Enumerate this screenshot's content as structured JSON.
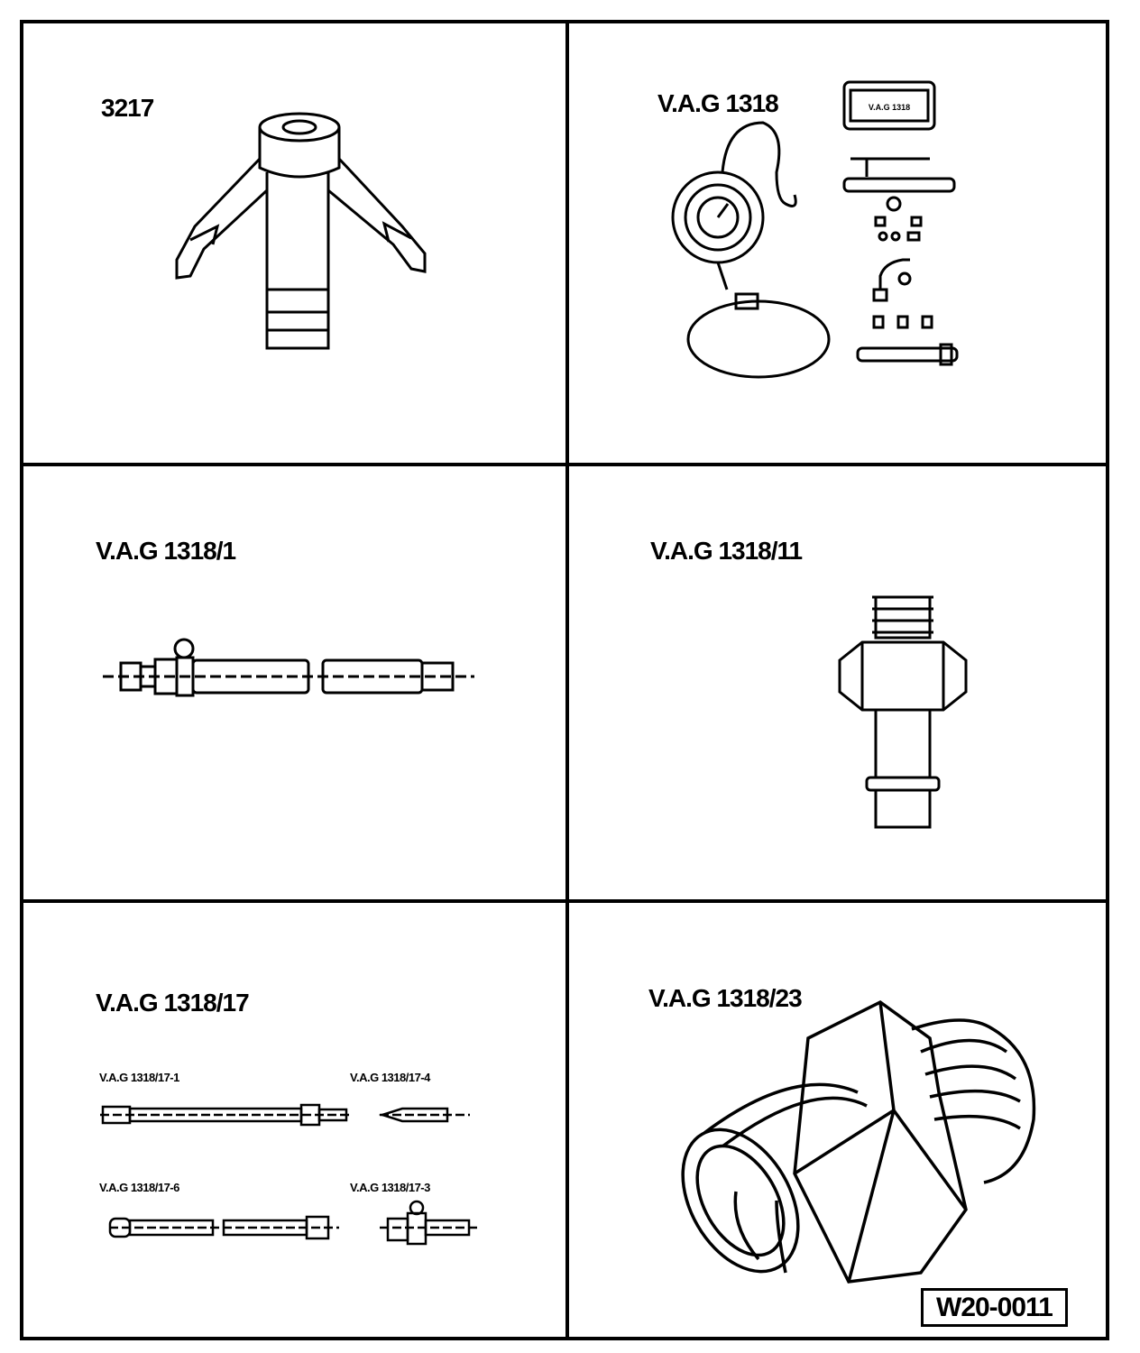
{
  "tools": [
    {
      "label": "3217"
    },
    {
      "label": "V.A.G 1318",
      "case_label": "V.A.G 1318"
    },
    {
      "label": "V.A.G 1318/1"
    },
    {
      "label": "V.A.G 1318/11"
    },
    {
      "label": "V.A.G 1318/17",
      "parts": [
        "V.A.G 1318/17-1",
        "V.A.G 1318/17-4",
        "V.A.G 1318/17-6",
        "V.A.G 1318/17-3"
      ]
    },
    {
      "label": "V.A.G 1318/23"
    }
  ],
  "figure_ref": "W20-0011"
}
